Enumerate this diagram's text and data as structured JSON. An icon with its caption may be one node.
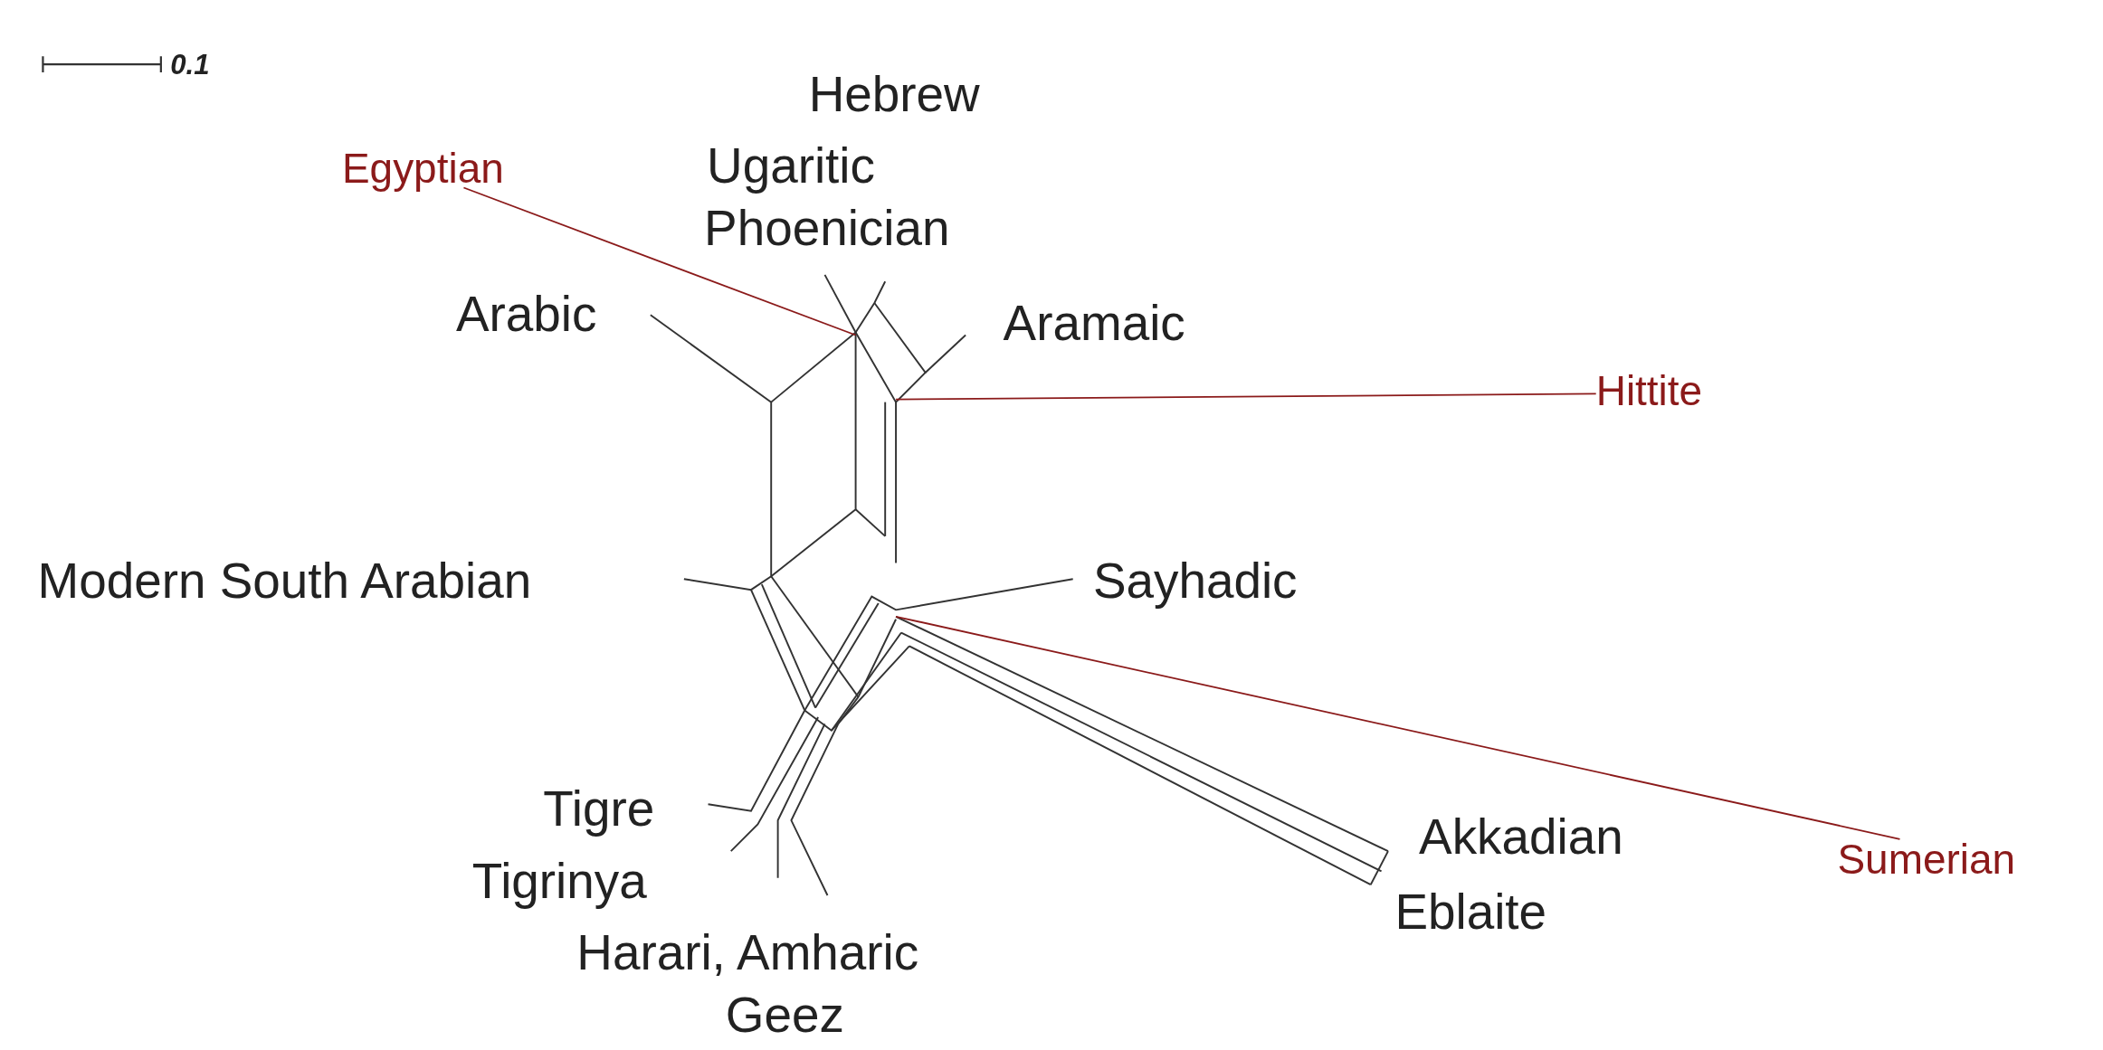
{
  "diagram": {
    "nodes": [
      {
        "text": [
          "Egyptian"
        ]
      },
      {
        "text": [
          "Hittite"
        ]
      },
      {
        "text": [
          "Sumerian"
        ]
      }
    ],
    "edges": [
      {
        "from": 0,
        "to": null,
        "arrow": "none"
      },
      {
        "from": 1,
        "to": null,
        "arrow": "none"
      },
      {
        "from": 2,
        "to": null,
        "arrow": "none"
      }
    ],
    "labels": [
      "0.1",
      "Hebrew",
      "Ugaritic",
      "Phoenician",
      "Arabic",
      "Aramaic",
      "Modern South Arabian",
      "Sayhadic",
      "Tigre",
      "Tigrinya",
      "Akkadian",
      "Harari, Amharic",
      "Eblaite",
      "Geez"
    ]
  }
}
